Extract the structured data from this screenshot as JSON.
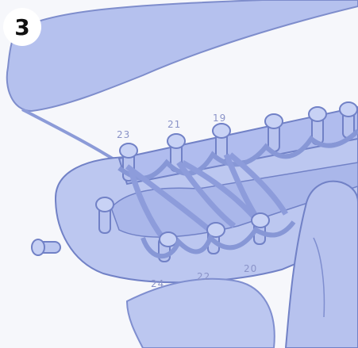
{
  "step": {
    "number": "3"
  },
  "pegs": {
    "top": [
      "23",
      "21",
      "19"
    ],
    "bottom": [
      "24",
      "22",
      "20"
    ]
  },
  "colors": {
    "loom": "#a9b6e8",
    "outline": "#6f7fc4",
    "peg": "#b9c4ef",
    "yarn": "#9aa8e2",
    "hand": "#b3bfec",
    "label": "#8a93c8"
  }
}
